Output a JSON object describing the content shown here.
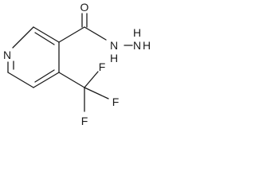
{
  "atoms": {
    "ring_nitrogen": "N",
    "carbonyl_oxygen": "O",
    "hydrazide_nh": "N",
    "hydrazide_nh_h": "H",
    "terminal_n": "N",
    "terminal_h1": "H",
    "terminal_h2": "H",
    "fluorine_top": "F",
    "fluorine_right": "F",
    "fluorine_bottom": "F"
  },
  "colors": {
    "ink": "#1a1a1a",
    "background": "#ffffff"
  }
}
